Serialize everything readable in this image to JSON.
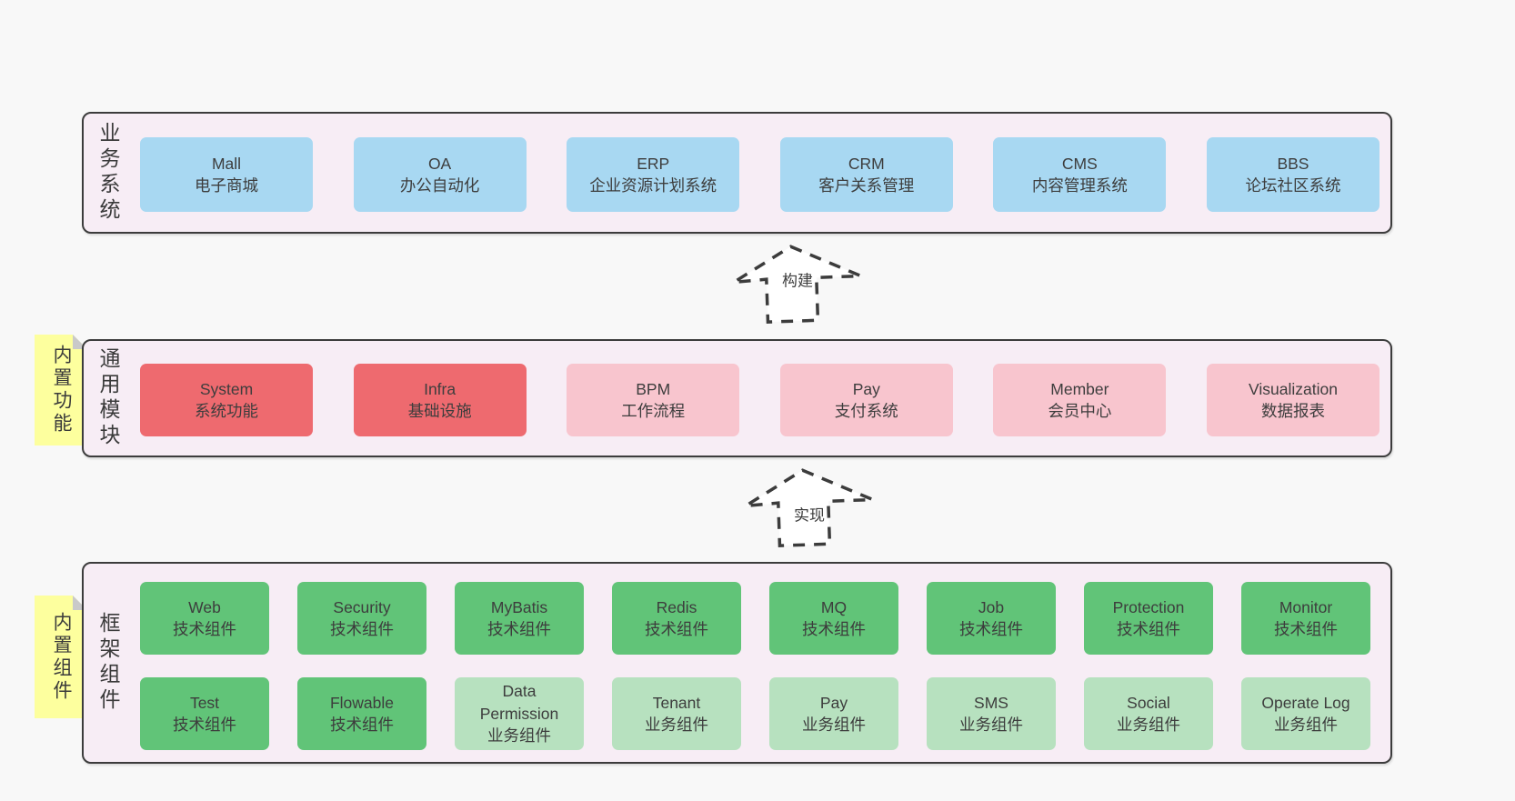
{
  "colors": {
    "canvasBg": "#f8f8f8",
    "layerFill": "#f7edf5",
    "line": "#3c3c3c",
    "blue": "#a8d8f2",
    "red": "#ee6a6f",
    "pink": "#f8c5ce",
    "green": "#61c478",
    "lightGreen": "#b7e1bf",
    "yellow": "#fdff9e",
    "fold": "#c9c9c9"
  },
  "layers": [
    {
      "id": "business",
      "label": "业务系统",
      "note": null,
      "rows": [
        [
          {
            "title": "Mall",
            "subtitle": "电子商城",
            "variant": "blue",
            "size": "wide"
          },
          {
            "title": "OA",
            "subtitle": "办公自动化",
            "variant": "blue",
            "size": "wide"
          },
          {
            "title": "ERP",
            "subtitle": "企业资源计划系统",
            "variant": "blue",
            "size": "wide"
          },
          {
            "title": "CRM",
            "subtitle": "客户关系管理",
            "variant": "blue",
            "size": "wide"
          },
          {
            "title": "CMS",
            "subtitle": "内容管理系统",
            "variant": "blue",
            "size": "wide"
          },
          {
            "title": "BBS",
            "subtitle": "论坛社区系统",
            "variant": "blue",
            "size": "wide"
          }
        ]
      ]
    },
    {
      "id": "modules",
      "label": "通用模块",
      "note": "内置功能",
      "rows": [
        [
          {
            "title": "System",
            "subtitle": "系统功能",
            "variant": "red",
            "size": "wide"
          },
          {
            "title": "Infra",
            "subtitle": "基础设施",
            "variant": "red",
            "size": "wide"
          },
          {
            "title": "BPM",
            "subtitle": "工作流程",
            "variant": "pink",
            "size": "wide"
          },
          {
            "title": "Pay",
            "subtitle": "支付系统",
            "variant": "pink",
            "size": "wide"
          },
          {
            "title": "Member",
            "subtitle": "会员中心",
            "variant": "pink",
            "size": "wide"
          },
          {
            "title": "Visualization",
            "subtitle": "数据报表",
            "variant": "pink",
            "size": "wide"
          }
        ]
      ]
    },
    {
      "id": "framework",
      "label": "框架组件",
      "note": "内置组件",
      "rows": [
        [
          {
            "title": "Web",
            "subtitle": "技术组件",
            "variant": "green",
            "size": "narrow"
          },
          {
            "title": "Security",
            "subtitle": "技术组件",
            "variant": "green",
            "size": "narrow"
          },
          {
            "title": "MyBatis",
            "subtitle": "技术组件",
            "variant": "green",
            "size": "narrow"
          },
          {
            "title": "Redis",
            "subtitle": "技术组件",
            "variant": "green",
            "size": "narrow"
          },
          {
            "title": "MQ",
            "subtitle": "技术组件",
            "variant": "green",
            "size": "narrow"
          },
          {
            "title": "Job",
            "subtitle": "技术组件",
            "variant": "green",
            "size": "narrow"
          },
          {
            "title": "Protection",
            "subtitle": "技术组件",
            "variant": "green",
            "size": "narrow"
          },
          {
            "title": "Monitor",
            "subtitle": "技术组件",
            "variant": "green",
            "size": "narrow"
          }
        ],
        [
          {
            "title": "Test",
            "subtitle": "技术组件",
            "variant": "green",
            "size": "narrow"
          },
          {
            "title": "Flowable",
            "subtitle": "技术组件",
            "variant": "green",
            "size": "narrow"
          },
          {
            "title": "Data Permission",
            "subtitle": "业务组件",
            "variant": "lightgreen",
            "size": "narrow"
          },
          {
            "title": "Tenant",
            "subtitle": "业务组件",
            "variant": "lightgreen",
            "size": "narrow"
          },
          {
            "title": "Pay",
            "subtitle": "业务组件",
            "variant": "lightgreen",
            "size": "narrow"
          },
          {
            "title": "SMS",
            "subtitle": "业务组件",
            "variant": "lightgreen",
            "size": "narrow"
          },
          {
            "title": "Social",
            "subtitle": "业务组件",
            "variant": "lightgreen",
            "size": "narrow"
          },
          {
            "title": "Operate Log",
            "subtitle": "业务组件",
            "variant": "lightgreen",
            "size": "narrow"
          }
        ]
      ]
    }
  ],
  "arrows": [
    {
      "label": "构建"
    },
    {
      "label": "实现"
    }
  ]
}
